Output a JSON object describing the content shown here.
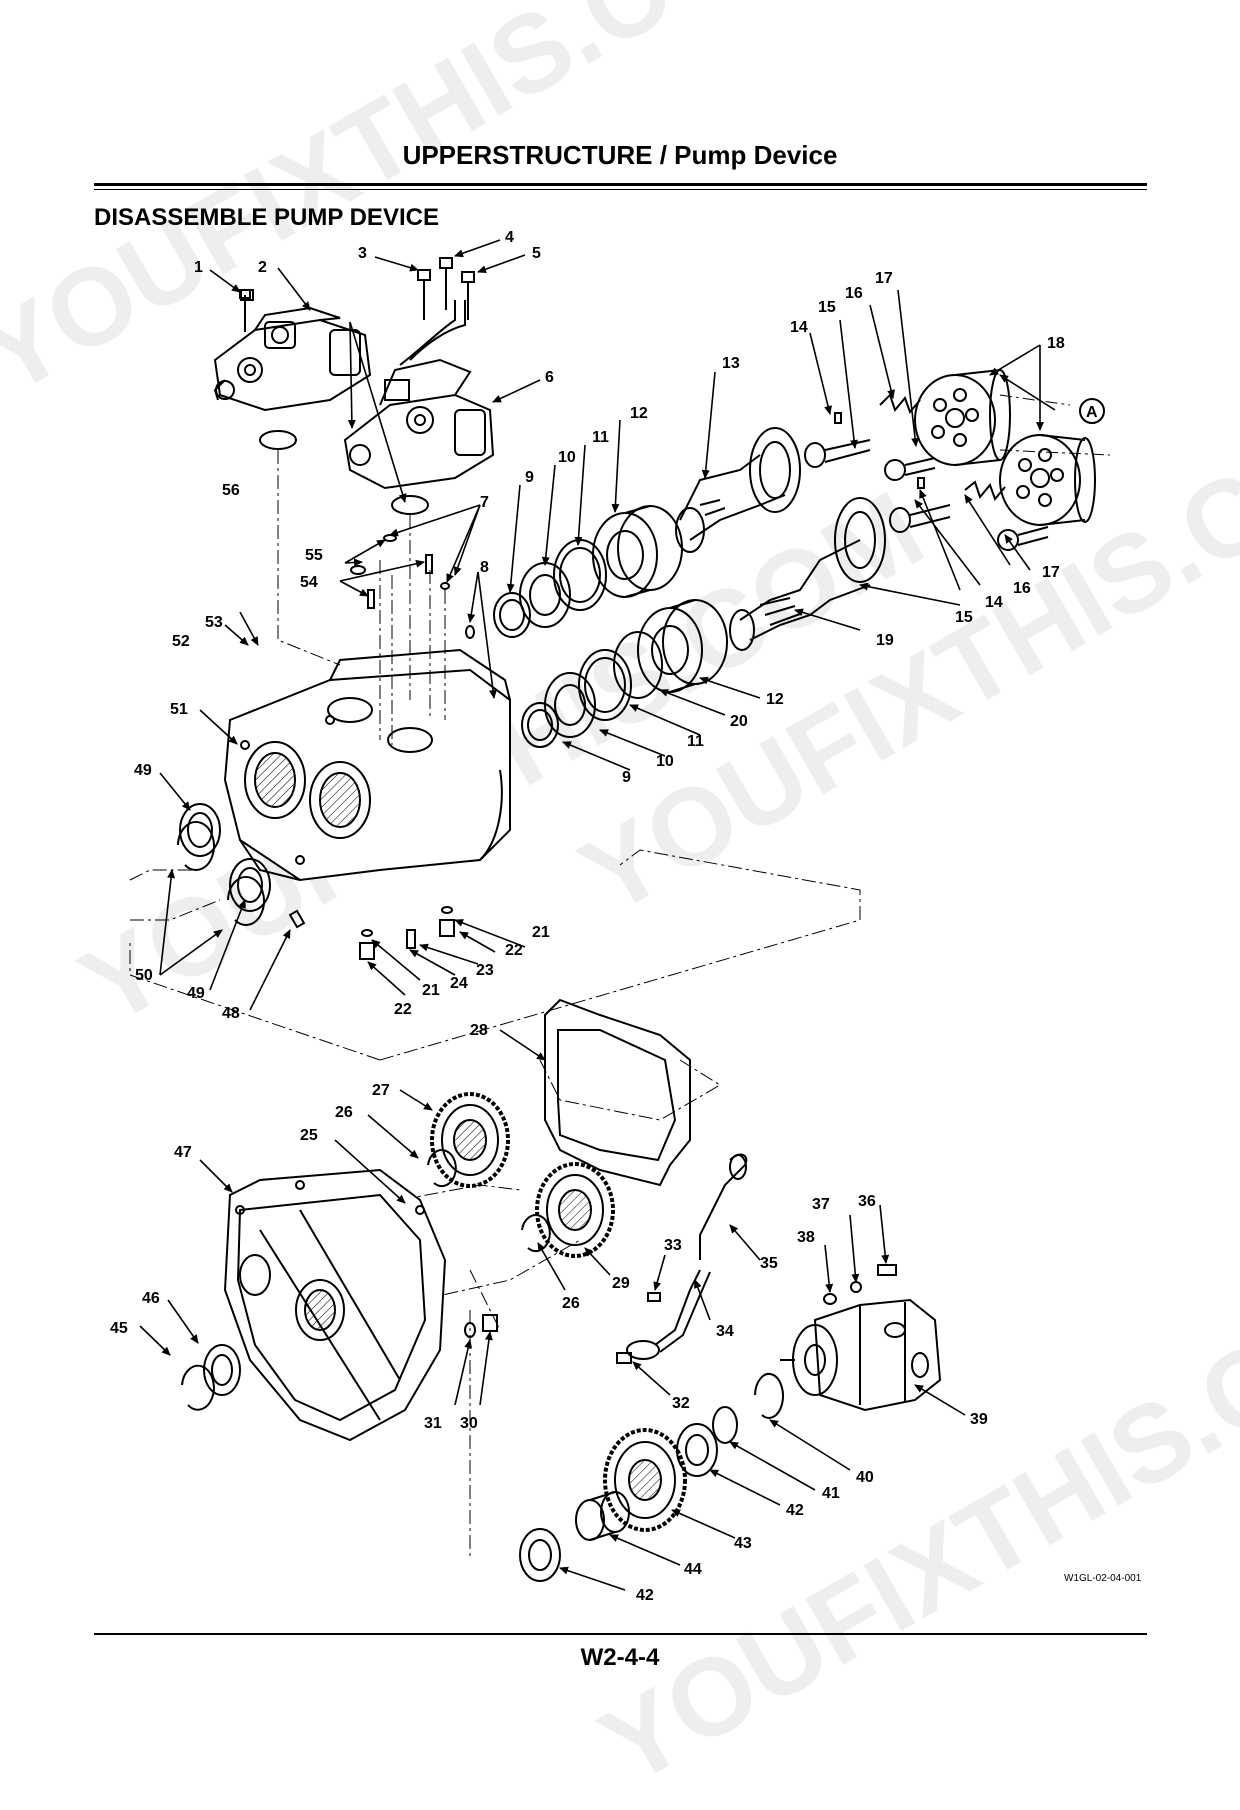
{
  "header": {
    "title": "UPPERSTRUCTURE / Pump Device"
  },
  "section_title": "DISASSEMBLE PUMP DEVICE",
  "callouts": {
    "c1": "1",
    "c2": "2",
    "c3": "3",
    "c4": "4",
    "c5": "5",
    "c6": "6",
    "c7": "7",
    "c8": "8",
    "c9a": "9",
    "c9b": "9",
    "c10a": "10",
    "c10b": "10",
    "c11a": "11",
    "c11b": "11",
    "c12a": "12",
    "c12b": "12",
    "c13": "13",
    "c14a": "14",
    "c14b": "14",
    "c15a": "15",
    "c15b": "15",
    "c16a": "16",
    "c16b": "16",
    "c17a": "17",
    "c17b": "17",
    "c18": "18",
    "c19": "19",
    "c20": "20",
    "c21a": "21",
    "c21b": "21",
    "c22a": "22",
    "c22b": "22",
    "c23": "23",
    "c24": "24",
    "c25": "25",
    "c26a": "26",
    "c26b": "26",
    "c27": "27",
    "c28": "28",
    "c29": "29",
    "c30": "30",
    "c31": "31",
    "c32": "32",
    "c33": "33",
    "c34": "34",
    "c35": "35",
    "c36": "36",
    "c37": "37",
    "c38": "38",
    "c39": "39",
    "c40": "40",
    "c41": "41",
    "c42a": "42",
    "c42b": "42",
    "c43": "43",
    "c44": "44",
    "c45": "45",
    "c46": "46",
    "c47": "47",
    "c48": "48",
    "c49a": "49",
    "c49b": "49",
    "c50": "50",
    "c51": "51",
    "c52": "52",
    "c53": "53",
    "c54": "54",
    "c55": "55",
    "c56": "56",
    "cA": "A"
  },
  "figure_code": "W1GL-02-04-001",
  "footer": {
    "page_number": "W2-4-4"
  },
  "watermark_text": "YOUFIXTHIS.COM"
}
